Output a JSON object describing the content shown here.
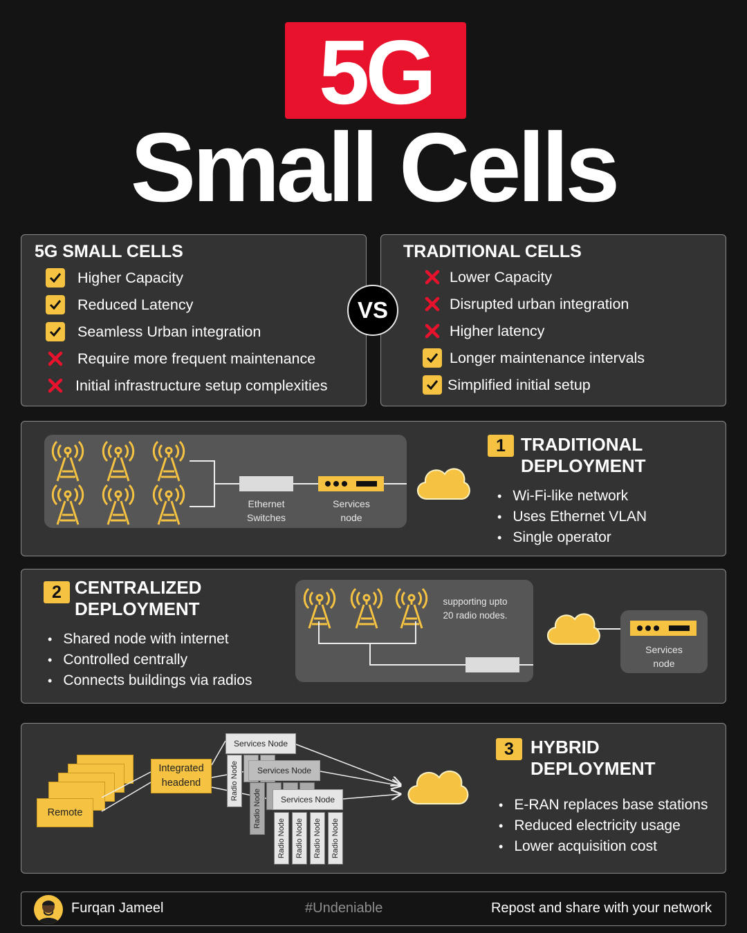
{
  "header": {
    "badge": "5G",
    "title": "Small Cells"
  },
  "comparison": {
    "left": {
      "title": "5G SMALL CELLS",
      "items": [
        {
          "text": "Higher Capacity",
          "good": true
        },
        {
          "text": "Reduced Latency",
          "good": true
        },
        {
          "text": "Seamless Urban integration",
          "good": true
        },
        {
          "text": "Require more frequent maintenance",
          "good": false
        },
        {
          "text": "Initial infrastructure setup complexities",
          "good": false
        }
      ]
    },
    "vs": "VS",
    "right": {
      "title": "TRADITIONAL CELLS",
      "items": [
        {
          "text": "Lower Capacity",
          "good": false
        },
        {
          "text": "Disrupted urban integration",
          "good": false
        },
        {
          "text": "Higher latency",
          "good": false
        },
        {
          "text": "Longer maintenance intervals",
          "good": true
        },
        {
          "text": "Simplified initial setup",
          "good": true
        }
      ]
    }
  },
  "traditional": {
    "number": "1",
    "title_line1": "TRADITIONAL",
    "title_line2": "DEPLOYMENT",
    "bullets": [
      "Wi-Fi-like network",
      "Uses Ethernet VLAN",
      "Single operator"
    ],
    "switch_label_1": "Ethernet",
    "switch_label_2": "Switches",
    "node_label_1": "Services",
    "node_label_2": "node"
  },
  "centralized": {
    "number": "2",
    "title_line1": "CENTRALIZED",
    "title_line2": "DEPLOYMENT",
    "bullets": [
      "Shared node with internet",
      "Controlled centrally",
      "Connects buildings via radios"
    ],
    "note_line1": "supporting upto",
    "note_line2": "20 radio nodes.",
    "node_label_1": "Services",
    "node_label_2": "node"
  },
  "hybrid": {
    "number": "3",
    "title_line1": "HYBRID",
    "title_line2": "DEPLOYMENT",
    "bullets": [
      "E-RAN replaces base stations",
      "Reduced electricity usage",
      "Lower acquisition cost"
    ],
    "remote_label": "Remote",
    "headend_line1": "Integrated",
    "headend_line2": "headend",
    "services_node": "Services Node",
    "radio_node": "Radio Node"
  },
  "footer": {
    "author": "Furqan Jameel",
    "hashtag": "#Undeniable",
    "cta": "Repost and share with your network"
  },
  "colors": {
    "accent": "#f5c242",
    "red": "#e8122d",
    "panel": "#333333"
  }
}
